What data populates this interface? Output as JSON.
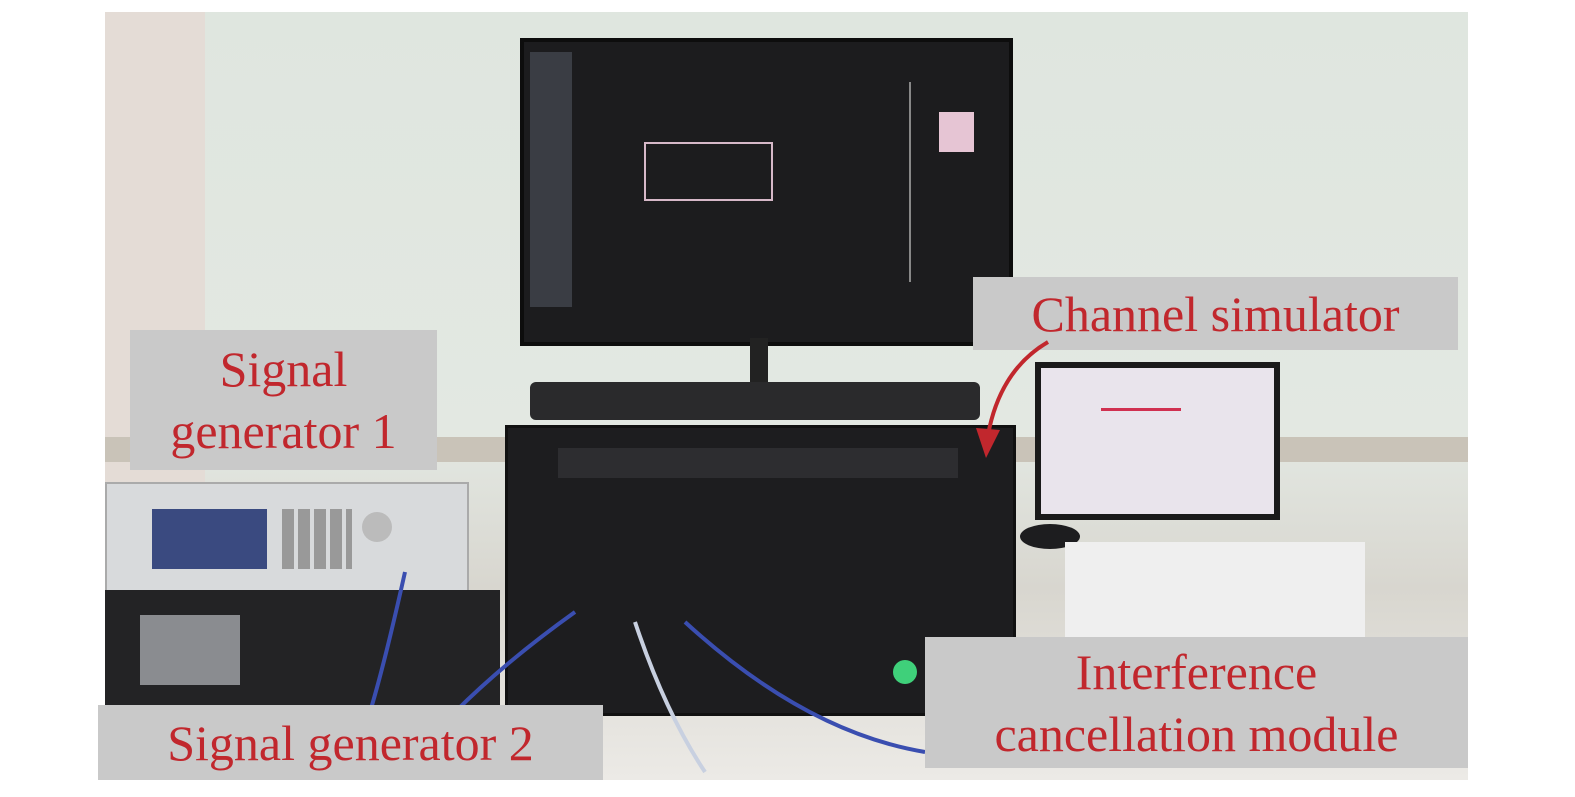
{
  "labels": {
    "signal_generator_1": [
      "Signal",
      "generator 1"
    ],
    "signal_generator_2": "Signal generator 2",
    "channel_simulator": "Channel simulator",
    "interference_cancellation_module": [
      "Interference",
      "cancellation module"
    ]
  },
  "colors": {
    "label_text": "#c1272d",
    "label_bg": "#c9c9c9",
    "arrow": "#c1272d"
  }
}
